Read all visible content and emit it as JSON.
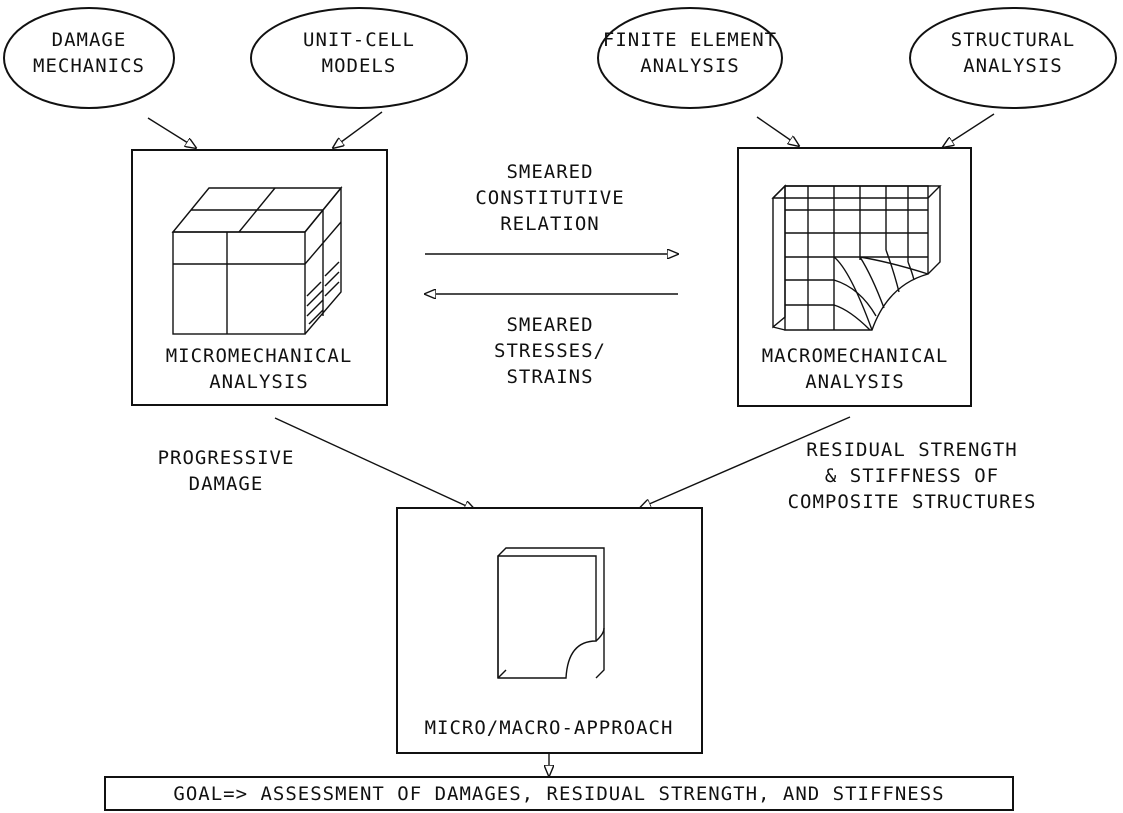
{
  "sources": {
    "damage_mechanics": [
      "DAMAGE",
      "MECHANICS"
    ],
    "unit_cell_models": [
      "UNIT-CELL",
      "MODELS"
    ],
    "finite_element_analysis": [
      "FINITE ELEMENT",
      "ANALYSIS"
    ],
    "structural_analysis": [
      "STRUCTURAL",
      "ANALYSIS"
    ]
  },
  "boxes": {
    "micromechanical": [
      "MICROMECHANICAL",
      "ANALYSIS"
    ],
    "macromechanical": [
      "MACROMECHANICAL",
      "ANALYSIS"
    ],
    "micro_macro": "MICRO/MACRO-APPROACH"
  },
  "links": {
    "smeared_constitutive": [
      "SMEARED",
      "CONSTITUTIVE",
      "RELATION"
    ],
    "smeared_stresses": [
      "SMEARED",
      "STRESSES/",
      "STRAINS"
    ],
    "progressive_damage": [
      "PROGRESSIVE",
      "DAMAGE"
    ],
    "residual_strength": [
      "RESIDUAL STRENGTH",
      "& STIFFNESS OF",
      "COMPOSITE STRUCTURES"
    ]
  },
  "goal": "GOAL=> ASSESSMENT OF DAMAGES, RESIDUAL STRENGTH, AND STIFFNESS",
  "colors": {
    "ink": "#111111",
    "background": "#ffffff"
  }
}
